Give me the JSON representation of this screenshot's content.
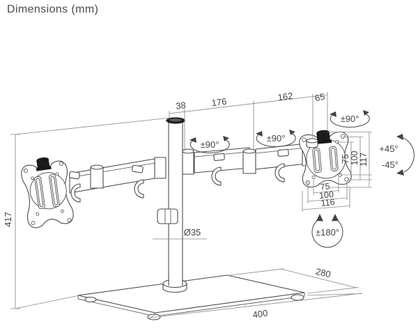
{
  "title": "Dimensions (mm)",
  "labels": {
    "top_pole_width": "38",
    "top_arm_segment1": "176",
    "top_arm_segment2": "162",
    "top_head_offset": "65",
    "stand_height": "417",
    "pole_diameter": "Ø35",
    "swivel_arm_joint1": "±90°",
    "swivel_arm_joint2": "±90°",
    "swivel_head": "±90°",
    "tilt_up": "+45°",
    "tilt_down": "-45°",
    "rotate_vesa": "±180°",
    "vesa_vertical_75": "75",
    "vesa_vertical_100": "100",
    "vesa_plate_height_117": "117",
    "vesa_horizontal_75": "75",
    "vesa_horizontal_100": "100",
    "vesa_plate_width_116": "116",
    "base_depth": "280",
    "base_width": "400"
  },
  "colors": {
    "background": "#ffffff",
    "part_line": "#4b4b4b",
    "dimension_line": "#8a8a8a",
    "text": "#454545",
    "dark_fill": "#1c1c1c",
    "title": "#4a4a4a"
  }
}
